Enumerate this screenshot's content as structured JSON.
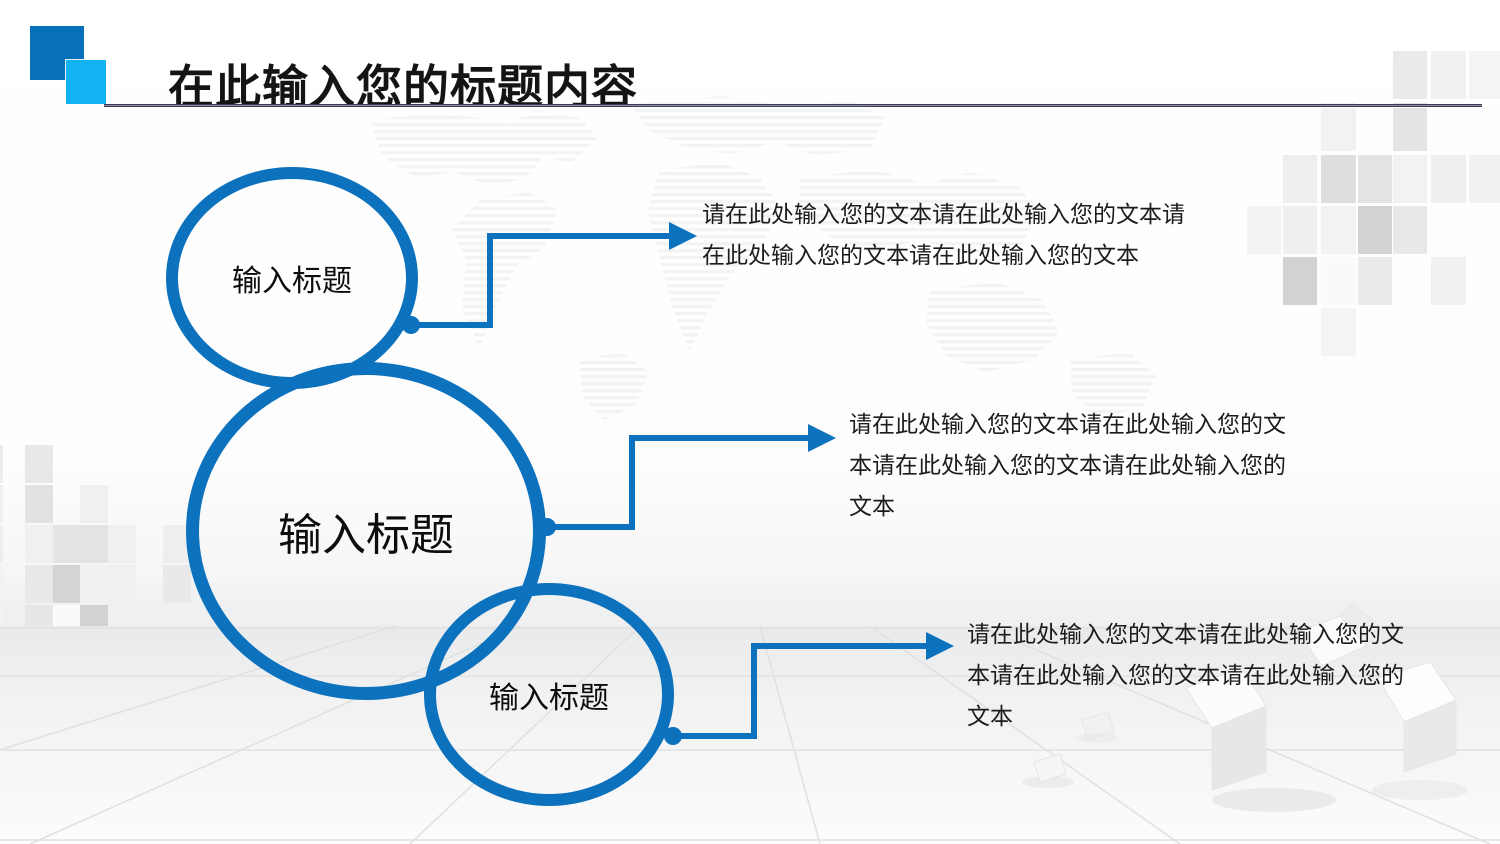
{
  "slide": {
    "title": "在此输入您的标题内容",
    "accent_color": "#0d72bd",
    "logo_dark_color": "#0770bb",
    "logo_light_color": "#11b3f2",
    "title_color": "#141414",
    "body_text_color": "#1c1c1c"
  },
  "items": [
    {
      "id": "item-1",
      "circle_label": "输入标题",
      "body": "请在此处输入您的文本请在此处输入您的文本请在此处输入您的文本请在此处输入您的文本"
    },
    {
      "id": "item-2",
      "circle_label": "输入标题",
      "body": "请在此处输入您的文本请在此处输入您的文本请在此处输入您的文本请在此处输入您的文本"
    },
    {
      "id": "item-3",
      "circle_label": "输入标题",
      "body": "请在此处输入您的文本请在此处输入您的文本请在此处输入您的文本请在此处输入您的文本"
    }
  ]
}
